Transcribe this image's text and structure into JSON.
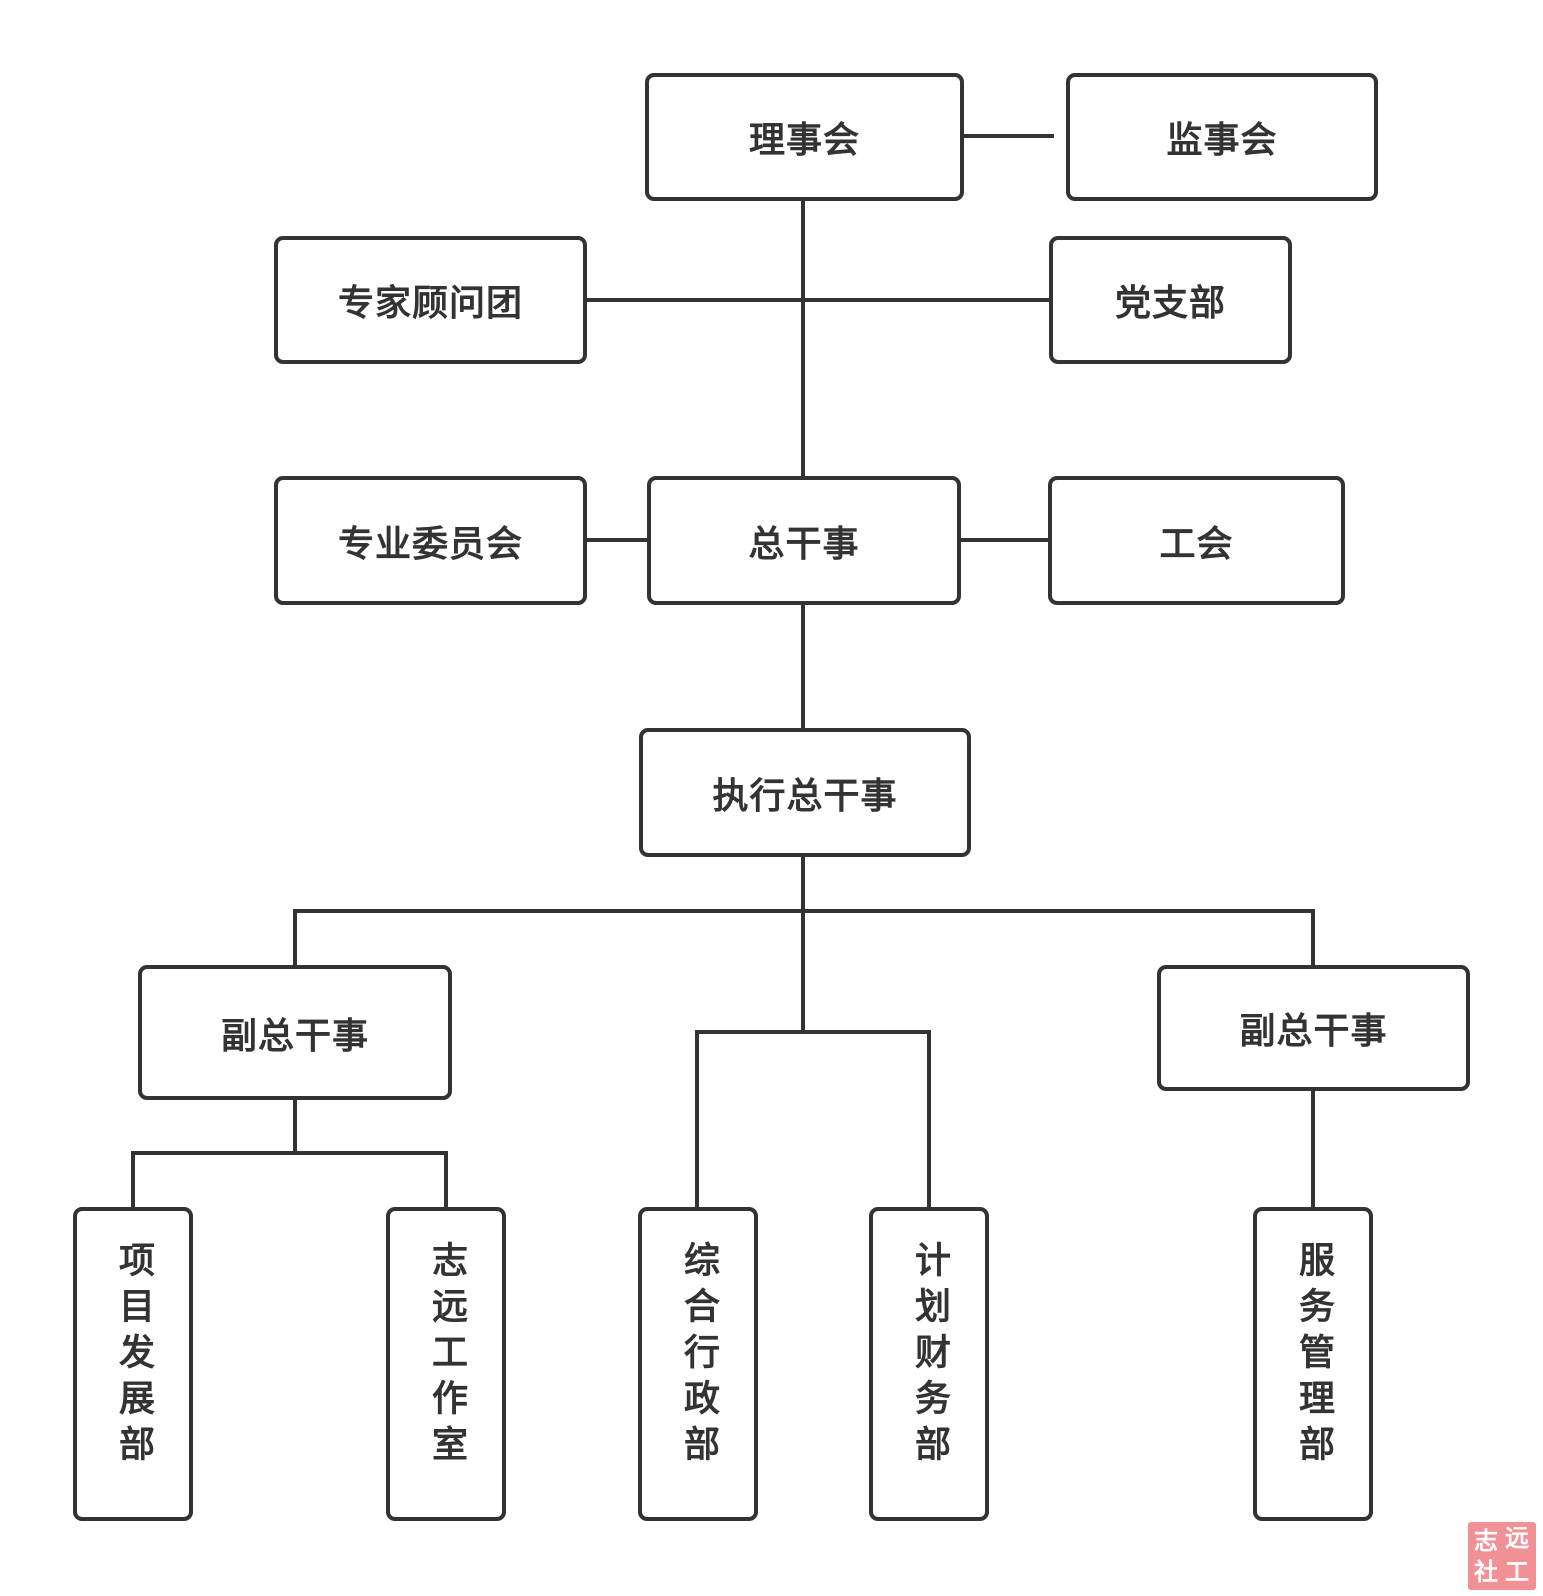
{
  "nodes": {
    "board": "理事会",
    "supervisors": "监事会",
    "expert_panel": "专家顾问团",
    "party_branch": "党支部",
    "committees": "专业委员会",
    "secretary_general": "总干事",
    "labor_union": "工会",
    "executive_sg": "执行总干事",
    "deputy_sg_left": "副总干事",
    "deputy_sg_right": "副总干事",
    "project_dev": "项目发展部",
    "volunteer_studio": "志远工作室",
    "admin_dept": "综合行政部",
    "finance_dept": "计划财务部",
    "service_mgmt": "服务管理部"
  },
  "colors": {
    "line": "#333333",
    "text": "#333333",
    "background": "#ffffff",
    "stamp": "#f0868a"
  },
  "seal": {
    "chars": [
      "志",
      "远",
      "社",
      "工"
    ]
  }
}
